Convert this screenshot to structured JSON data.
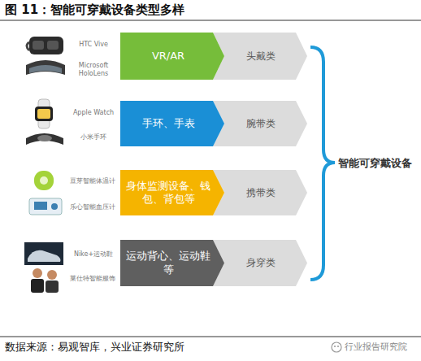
{
  "diagram": {
    "title": "图 11：智能可穿戴设备类型多样",
    "caption": "数据来源：易观智库，兴业证券研究所",
    "nodes": [
      {
        "text": [
          "VR/AR"
        ]
      },
      {
        "text": [
          "头戴类"
        ]
      },
      {
        "text": [
          "手环、手表"
        ]
      },
      {
        "text": [
          "腕带类"
        ]
      },
      {
        "text": [
          "身体监测设备、钱包、背包等"
        ]
      },
      {
        "text": [
          "携带类"
        ]
      },
      {
        "text": [
          "运动背心、运动鞋等"
        ]
      },
      {
        "text": [
          "身穿类"
        ]
      }
    ],
    "labels": [
      "HTC Vive",
      "Microsoft HoloLens",
      "Apple Watch",
      "小米手环",
      "豆芽智能体温计",
      "乐心智能血压计",
      "Nike+运动鞋",
      "莱仕特智能服饰",
      "智能可穿戴设备",
      "行业报告研究院"
    ]
  }
}
